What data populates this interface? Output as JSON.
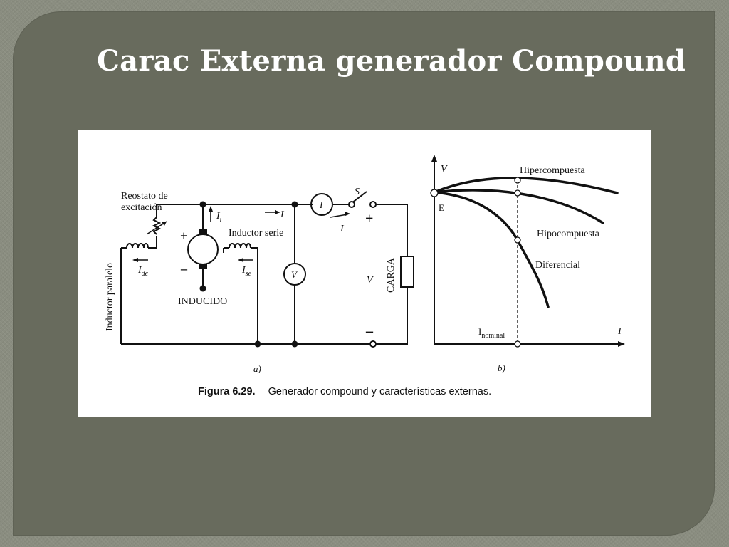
{
  "slide": {
    "title": "Carac Externa generador Compound"
  },
  "circuit": {
    "reostato_line1": "Reostato de",
    "reostato_line2": "excitación",
    "inductor_paralelo": "Inductor paralelo",
    "inductor_serie": "Inductor serie",
    "inducido": "INDUCIDO",
    "carga": "CARGA",
    "label_ide": "Ide",
    "label_ise": "Ise",
    "label_ii": "Ii",
    "label_i": "I",
    "label_v": "V",
    "label_s": "S",
    "plus": "+",
    "minus": "–",
    "ammeter": "I",
    "voltmeter": "V",
    "sublabel": "a)"
  },
  "graph": {
    "axis_v": "V",
    "axis_i": "I",
    "point_e": "E",
    "i_nominal": "Inominal",
    "curve_hiper": "Hipercompuesta",
    "curve_hipo": "Hipocompuesta",
    "curve_dif": "Diferencial",
    "sublabel": "b)"
  },
  "caption": {
    "number": "Figura 6.29.",
    "text": "Generador compound y características externas."
  }
}
